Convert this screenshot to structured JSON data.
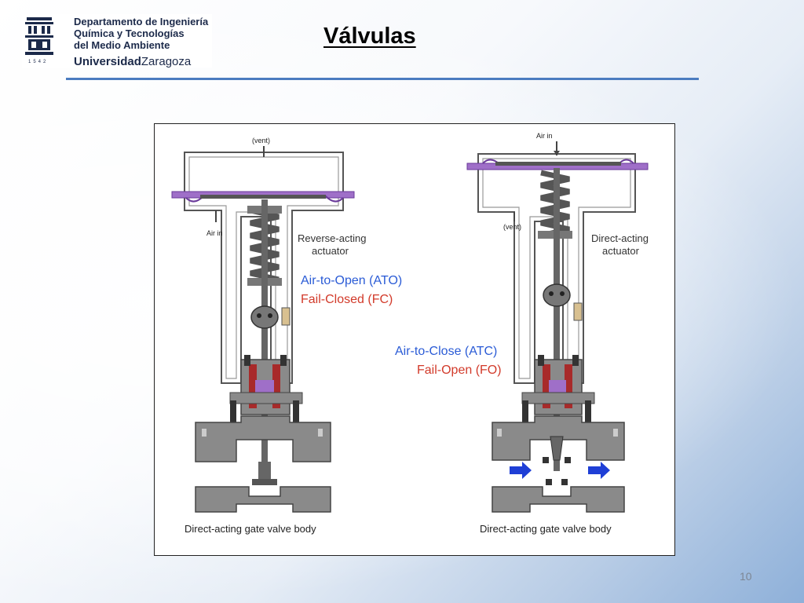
{
  "header": {
    "department_lines": [
      "Departamento de Ingeniería",
      "Química y Tecnologías",
      "del Medio Ambiente"
    ],
    "university_bold": "Universidad",
    "university_rest": "Zaragoza",
    "year": "1542"
  },
  "slide": {
    "title": "Válvulas",
    "page_number": "10"
  },
  "diagram": {
    "left": {
      "vent_label": "(vent)",
      "air_label": "Air in",
      "actuator_label_line1": "Reverse-acting",
      "actuator_label_line2": "actuator",
      "mode_label": "Air-to-Open (ATO)",
      "fail_label": "Fail-Closed (FC)",
      "body_label": "Direct-acting gate valve body"
    },
    "right": {
      "air_label": "Air in",
      "vent_label": "(vent)",
      "actuator_label_line1": "Direct-acting",
      "actuator_label_line2": "actuator",
      "mode_label": "Air-to-Close (ATC)",
      "fail_label": "Fail-Open (FO)",
      "body_label": "Direct-acting gate valve body"
    },
    "colors": {
      "body_gray": "#8a8a8a",
      "diaphragm_purple": "#9f6fc8",
      "packing_red": "#a82a2a",
      "mode_blue": "#2a5bd6",
      "fail_red": "#d23a2a",
      "flow_arrow_blue": "#1f3fd6"
    }
  }
}
